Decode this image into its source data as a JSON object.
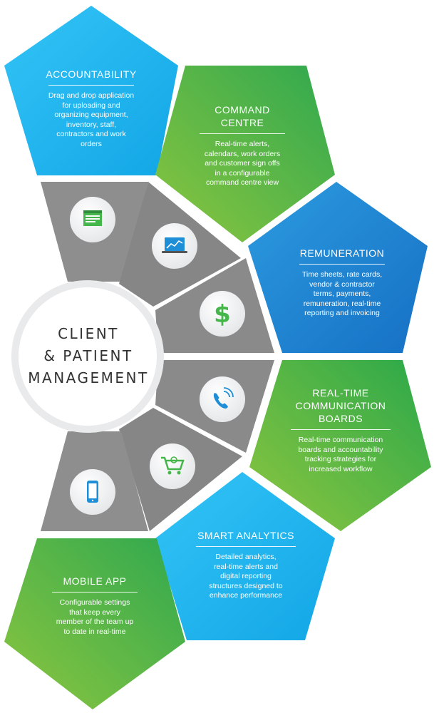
{
  "center": {
    "title": "CLIENT\n& PATIENT\nMANAGEMENT"
  },
  "panels": [
    {
      "id": "accountability",
      "title": "ACCOUNTABILITY",
      "desc": "Drag and drop application\nfor uploading and\norganizing equipment,\ninventory, staff,\ncontractors and work\norders",
      "color": "#29b6f0"
    },
    {
      "id": "command",
      "title": "COMMAND\nCENTRE",
      "desc": "Real-time alerts,\ncalendars, work orders\nand customer sign offs\nin a configurable\ncommand centre view",
      "color": "#4cb748"
    },
    {
      "id": "remuneration",
      "title": "REMUNERATION",
      "desc": "Time sheets, rate cards,\nvendor & contractor\nterms, payments,\nremuneration, real-time\nreporting and invoicing",
      "color": "#1e86d3"
    },
    {
      "id": "comm-boards",
      "title": "REAL-TIME\nCOMMUNICATION\nBOARDS",
      "desc": "Real-time communication\nboards and accountability\ntracking strategies for\nincreased workflow",
      "color": "#4cb748"
    },
    {
      "id": "smart-analytics",
      "title": "SMART ANALYTICS",
      "desc": "Detailed analytics,\nreal-time alerts and\ndigital reporting\nstructures designed to\nenhance performance",
      "color": "#29b6f0"
    },
    {
      "id": "mobile-app",
      "title": "MOBILE APP",
      "desc": "Configurable settings\nthat keep every\nmember of the team up\nto date in real-time",
      "color": "#4cb748"
    }
  ],
  "icons": [
    "browser-window-icon",
    "laptop-chart-icon",
    "dollar-icon",
    "phone-call-icon",
    "shopping-cart-icon",
    "smartphone-icon"
  ],
  "colors": {
    "connector_gray": "#8a8a8a",
    "icon_green": "#45b649",
    "icon_blue": "#1e8ed6",
    "center_text": "#333333"
  }
}
